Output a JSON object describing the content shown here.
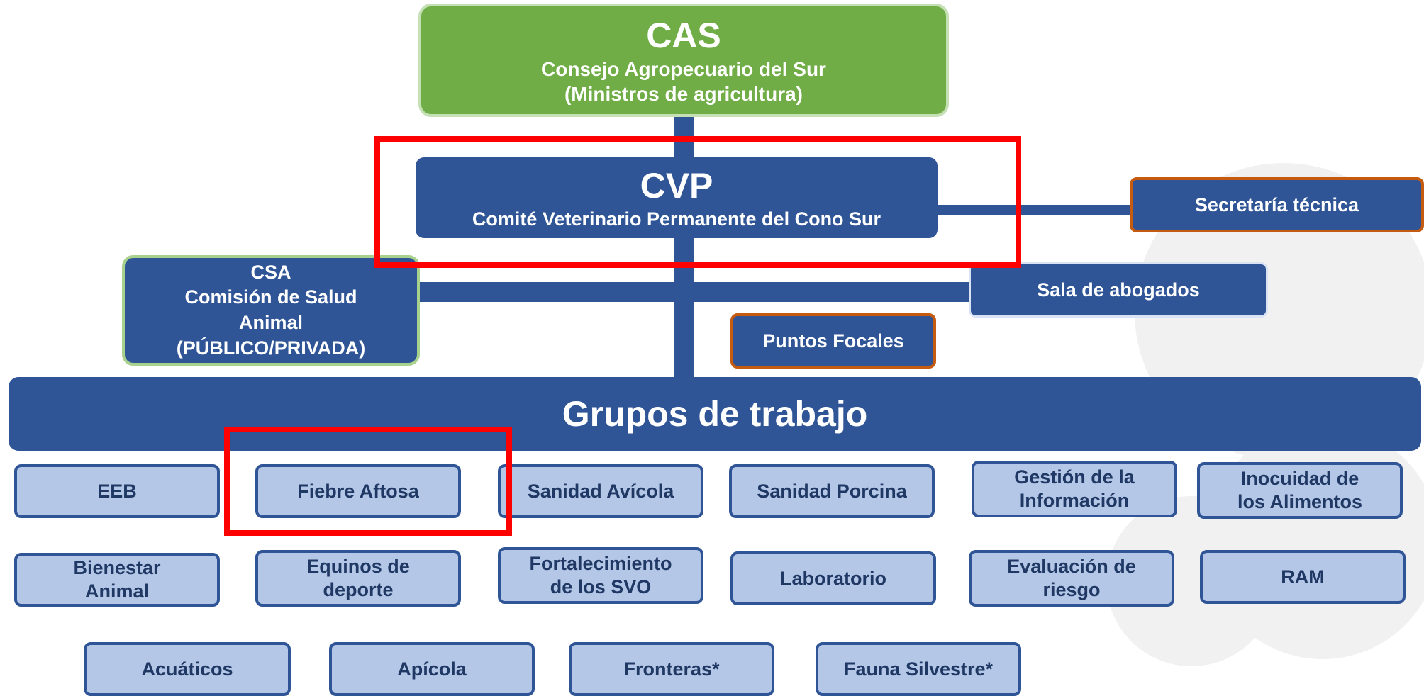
{
  "cas": {
    "title": "CAS",
    "line1": "Consejo Agropecuario del Sur",
    "line2": "(Ministros de agricultura)"
  },
  "cvp": {
    "title": "CVP",
    "subtitle": "Comité Veterinario Permanente del Cono Sur"
  },
  "secretaria": "Secretaría técnica",
  "csa": {
    "l1": "CSA",
    "l2": "Comisión de Salud",
    "l3": "Animal",
    "l4": "(PÚBLICO/PRIVADA)"
  },
  "sala": "Sala de abogados",
  "puntos": "Puntos Focales",
  "grupos": "Grupos de trabajo",
  "row1": [
    {
      "l1": "EEB",
      "l2": ""
    },
    {
      "l1": "Fiebre Aftosa",
      "l2": ""
    },
    {
      "l1": "Sanidad Avícola",
      "l2": ""
    },
    {
      "l1": "Sanidad Porcina",
      "l2": ""
    },
    {
      "l1": "Gestión de la",
      "l2": "Información"
    },
    {
      "l1": "Inocuidad de",
      "l2": "los Alimentos"
    }
  ],
  "row2": [
    {
      "l1": "Bienestar",
      "l2": "Animal"
    },
    {
      "l1": "Equinos de",
      "l2": "deporte"
    },
    {
      "l1": "Fortalecimiento",
      "l2": "de los SVO"
    },
    {
      "l1": "Laboratorio",
      "l2": ""
    },
    {
      "l1": "Evaluación de",
      "l2": "riesgo"
    },
    {
      "l1": "RAM",
      "l2": ""
    }
  ],
  "row3": [
    {
      "l1": "Acuáticos",
      "l2": ""
    },
    {
      "l1": "Apícola",
      "l2": ""
    },
    {
      "l1": "Fronteras*",
      "l2": ""
    },
    {
      "l1": "Fauna Silvestre*",
      "l2": ""
    }
  ],
  "colors": {
    "dark_blue": "#2f5597",
    "green": "#70ad47",
    "light_blue": "#b4c7e7",
    "orange_border": "#c55a11",
    "highlight_red": "#ff0000"
  }
}
